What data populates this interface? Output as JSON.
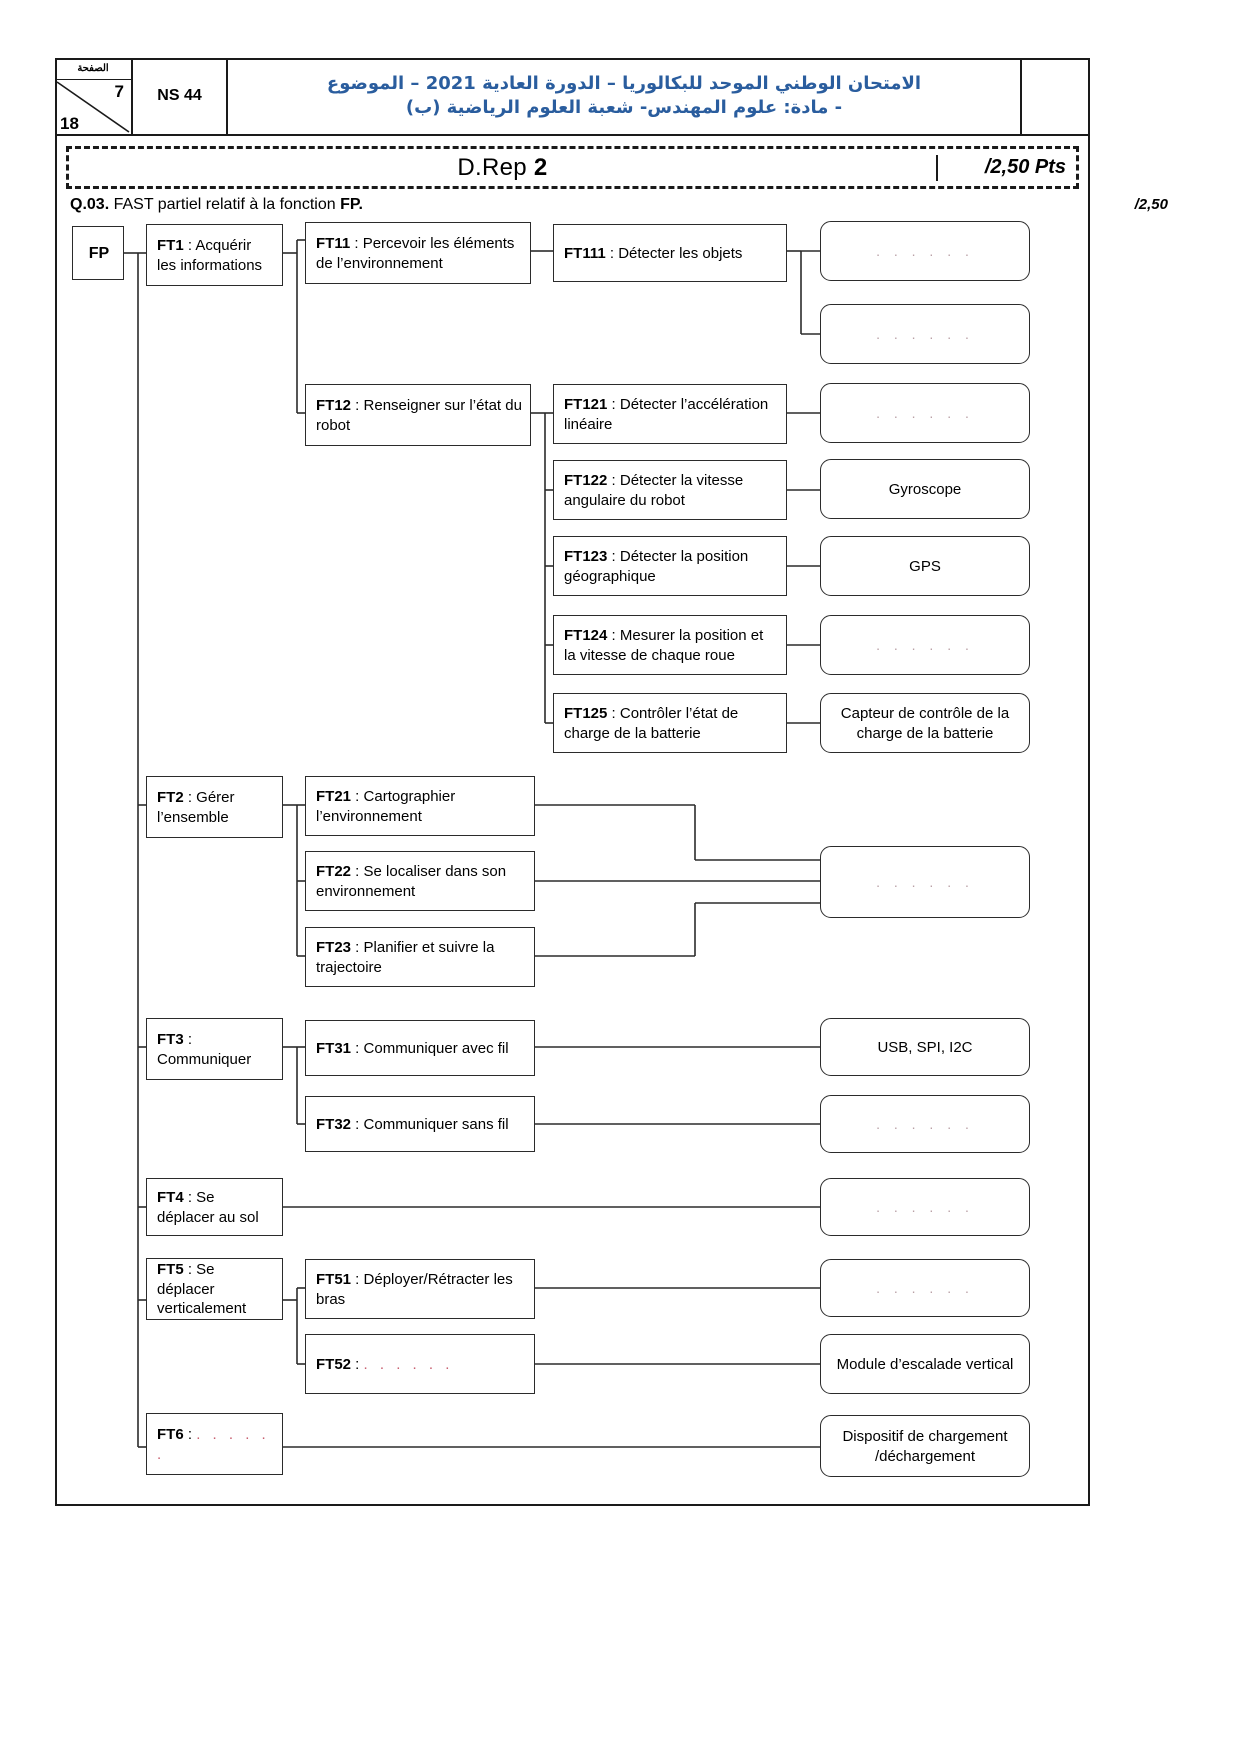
{
  "header": {
    "page_label_ar": "الصفحة",
    "page_current": "7",
    "page_total": "18",
    "exam_code": "NS 44",
    "title_line1": "الامتحان الوطني الموحد للبكالوريا  –  الدورة العادية 2021 – الموضوع",
    "title_line2": "- مادة: علوم المهندس- شعبة العلوم الرياضية (ب)"
  },
  "banner": {
    "label": "D.Rep",
    "number": "2",
    "points": "/2,50 Pts"
  },
  "question": {
    "number": "Q.03.",
    "text": " FAST partiel relatif à la fonction ",
    "function": "FP.",
    "points": "/2,50"
  },
  "diagram": {
    "root": "FP",
    "nodes": {
      "ft1": {
        "code": "FT1",
        "text": " : Acquérir les informations"
      },
      "ft11": {
        "code": "FT11",
        "text": " : Percevoir les éléments de l’environnement"
      },
      "ft111": {
        "code": "FT111",
        "text": " : Détecter les objets"
      },
      "ft12": {
        "code": "FT12",
        "text": " : Renseigner sur l’état du robot"
      },
      "ft121": {
        "code": "FT121",
        "text": " : Détecter l’accélération linéaire"
      },
      "ft122": {
        "code": "FT122",
        "text": " : Détecter la vitesse angulaire du robot"
      },
      "ft123": {
        "code": "FT123",
        "text": " : Détecter la position géographique"
      },
      "ft124": {
        "code": "FT124",
        "text": " : Mesurer la position et la vitesse de chaque roue"
      },
      "ft125": {
        "code": "FT125",
        "text": " : Contrôler l’état de charge de la batterie"
      },
      "ft2": {
        "code": "FT2",
        "text": " : Gérer l’ensemble"
      },
      "ft21": {
        "code": "FT21",
        "text": " : Cartographier l’environnement"
      },
      "ft22": {
        "code": "FT22",
        "text": " : Se localiser dans son environnement"
      },
      "ft23": {
        "code": "FT23",
        "text": " : Planifier et suivre la trajectoire"
      },
      "ft3": {
        "code": "FT3",
        "text": " : Communiquer"
      },
      "ft31": {
        "code": "FT31",
        "text": " : Communiquer avec fil"
      },
      "ft32": {
        "code": "FT32",
        "text": " : Communiquer sans fil"
      },
      "ft4": {
        "code": "FT4",
        "text": " : Se déplacer au sol"
      },
      "ft5": {
        "code": "FT5",
        "text": " : Se déplacer verticalement"
      },
      "ft51": {
        "code": "FT51",
        "text": " : Déployer/Rétracter les bras"
      },
      "ft52": {
        "code": "FT52",
        "text": " : "
      },
      "ft6": {
        "code": "FT6",
        "text": " : "
      }
    },
    "blank_marker": ". . . . . .",
    "solutions": {
      "sol_ft111_a": ". . . . . .",
      "sol_ft111_b": ". . . . . .",
      "sol_ft121": ". . . . . .",
      "sol_ft122": "Gyroscope",
      "sol_ft123": "GPS",
      "sol_ft124": ". . . . . .",
      "sol_ft125": "Capteur de contrôle de la charge de la batterie",
      "sol_ft2": ". . . . . .",
      "sol_ft31": "USB, SPI, I2C",
      "sol_ft32": ". . . . . .",
      "sol_ft4": ". . . . . .",
      "sol_ft51": ". . . . . .",
      "sol_ft52": "Module d’escalade vertical",
      "sol_ft6": "Dispositif de chargement /déchargement"
    }
  },
  "colors": {
    "title_blue": "#2a5d9e",
    "dots_red": "#c86070",
    "line_black": "#2b2b2b"
  }
}
